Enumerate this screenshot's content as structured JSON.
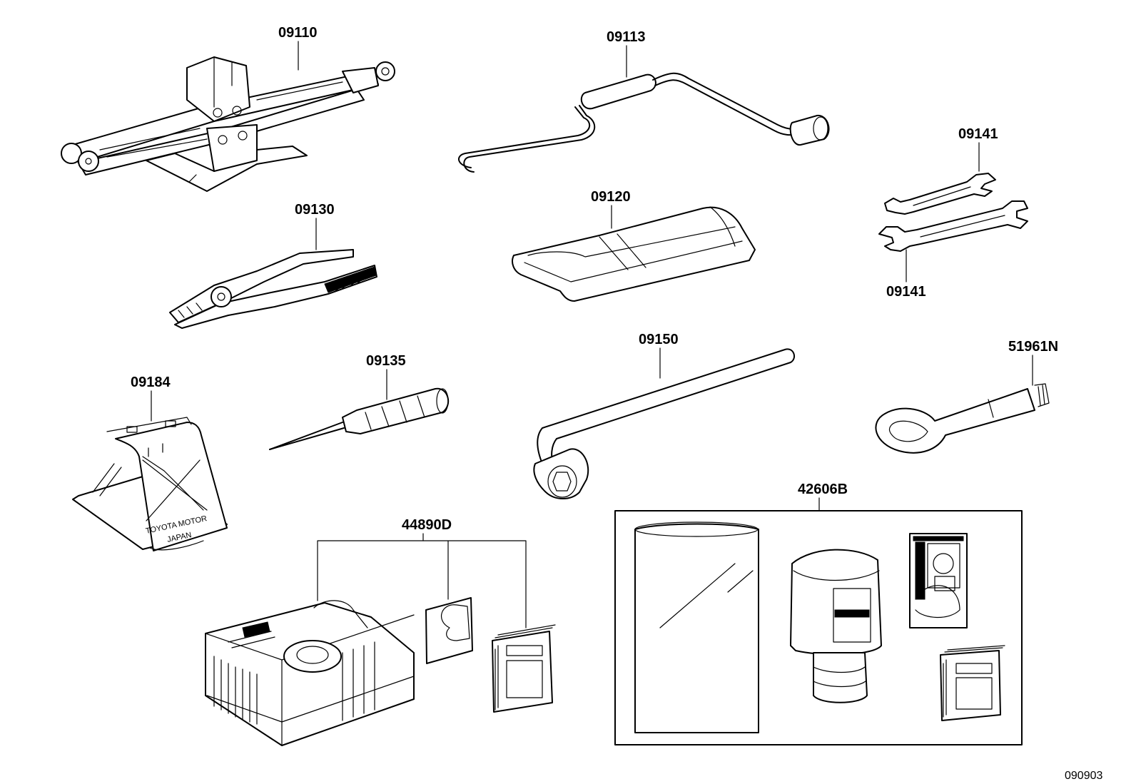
{
  "parts": {
    "jack": "09110",
    "jack_handle": "09113",
    "pliers": "09130",
    "tool_bag": "09120",
    "wrench_top": "09141",
    "wrench_bottom": "09141",
    "screwdriver": "09135",
    "wheel_nut_wrench": "09150",
    "wheel_chock": "09184",
    "towing_eye": "51961N",
    "repair_kit": "42606B",
    "compressor_kit": "44890D"
  },
  "chock_text": {
    "line1": "TOYOTA MOTOR",
    "line2": "JAPAN"
  },
  "ref_code": "090903"
}
